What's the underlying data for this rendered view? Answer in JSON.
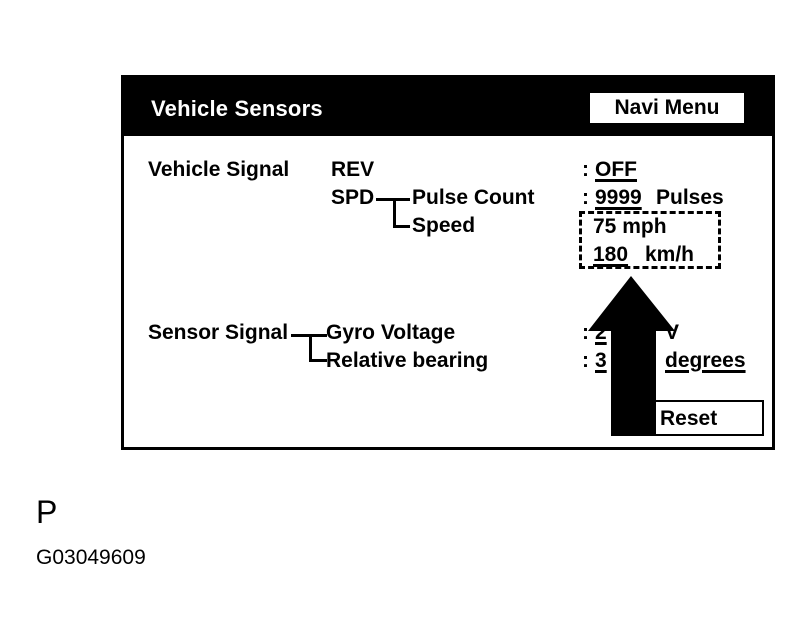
{
  "window": {
    "title": "Vehicle Sensors",
    "navi_menu_label": "Navi Menu"
  },
  "vehicle_signal": {
    "label": "Vehicle Signal",
    "rev_label": "REV",
    "spd_label": "SPD",
    "pulse_count_label": "Pulse Count",
    "speed_label": "Speed",
    "rev_value": "OFF",
    "pulse_value": "9999",
    "pulse_unit": "Pulses",
    "speed_mph": "75 mph",
    "speed_kmh_value": "180",
    "speed_kmh_unit": "km/h"
  },
  "sensor_signal": {
    "label": "Sensor Signal",
    "gyro_label": "Gyro Voltage",
    "bearing_label": "Relative bearing",
    "gyro_value_visible": "2",
    "gyro_unit_visible": "V",
    "bearing_value_visible": "3",
    "bearing_unit": "degrees"
  },
  "separator": ":",
  "reset_label": "Reset",
  "footer": {
    "letter": "P",
    "code": "G03049609"
  }
}
